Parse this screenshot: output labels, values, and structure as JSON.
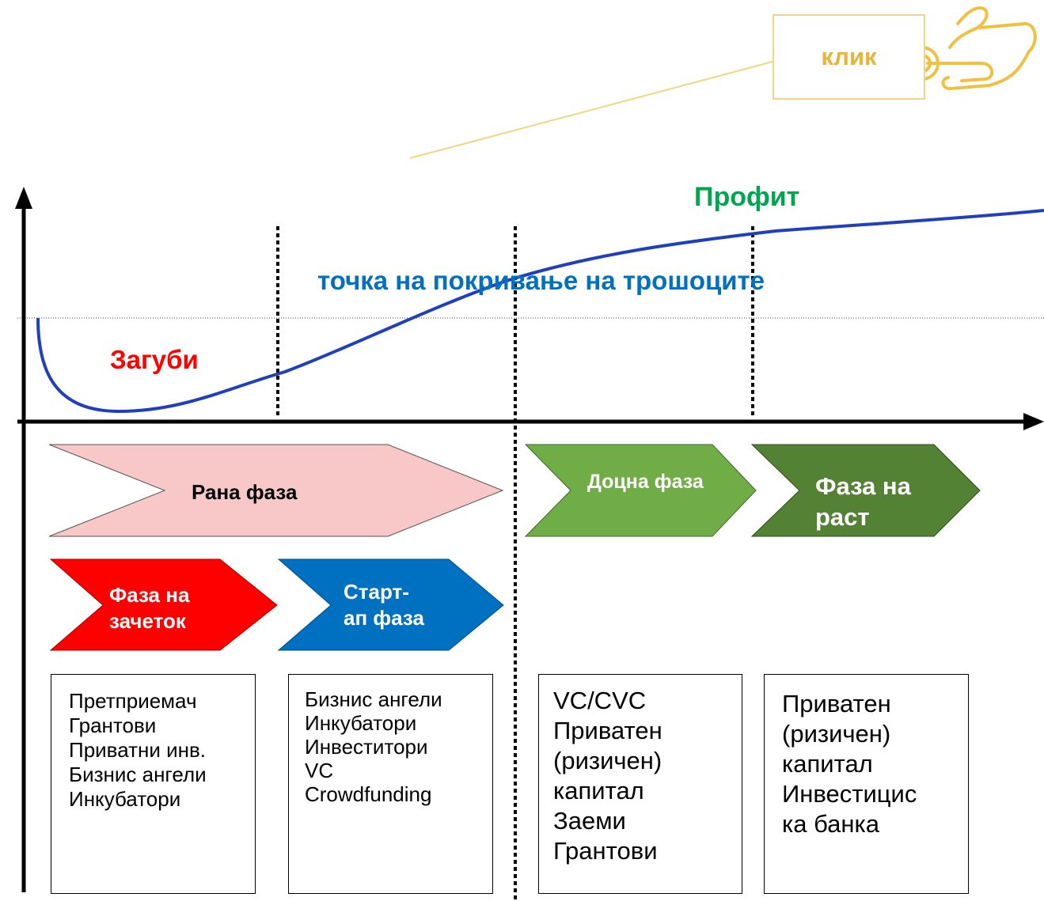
{
  "click_button": {
    "label": "клик",
    "color": "#e8b43a",
    "icon": "hand-pointer-icon"
  },
  "curve_labels": {
    "profit": "Профит",
    "break_even": "точка на покривање на трошоците",
    "losses": "Загуби"
  },
  "phases": {
    "early": "Рана фаза",
    "late": "Доцна фаза",
    "growth": {
      "line1": "Фаза на",
      "line2": "раст"
    },
    "seed": {
      "line1": "Фаза на",
      "line2": "зачеток"
    },
    "startup": {
      "line1": "Старт-",
      "line2": "ап фаза"
    }
  },
  "funding_boxes": [
    {
      "lines": [
        "Претприемач",
        "Грантови",
        "Приватни инв.",
        "Бизнис ангели",
        "Инкубатори"
      ]
    },
    {
      "lines": [
        "Бизнис ангели",
        "Инкубатори",
        "Инвеститори",
        "VC",
        "Crowdfunding"
      ]
    },
    {
      "lines": [
        "VC/CVC",
        "Приватен",
        "(ризичен)",
        "капитал",
        "Заеми",
        "Грантови"
      ]
    },
    {
      "lines": [
        "Приватен",
        "(ризичен)",
        "капитал",
        "Инвестицис",
        "ка банка"
      ]
    }
  ],
  "colors": {
    "profit": "#00a550",
    "break_even": "#0070c0",
    "losses": "#ff0000",
    "curve": "#1f3fbf",
    "early_fill": "#f8c8c8",
    "late_fill": "#70ad47",
    "growth_fill": "#548235",
    "seed_fill": "#ff0000",
    "startup_fill": "#0070c0"
  }
}
